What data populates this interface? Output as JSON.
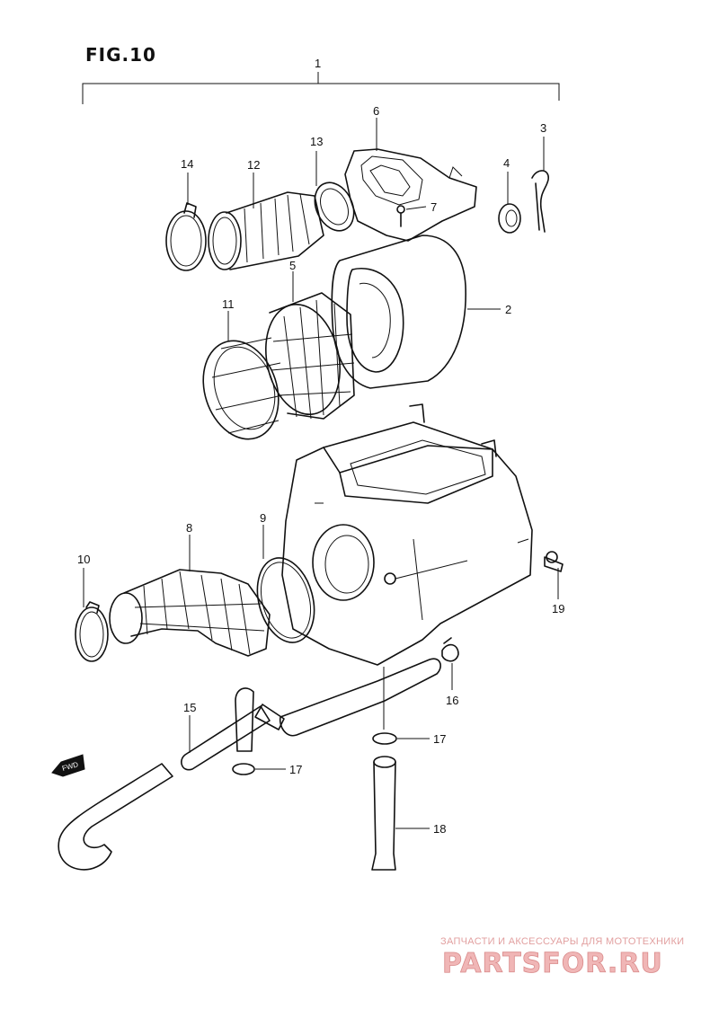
{
  "figure": {
    "title": "FIG.10"
  },
  "callouts": [
    {
      "id": "c1",
      "text": "1"
    },
    {
      "id": "c2",
      "text": "2"
    },
    {
      "id": "c3",
      "text": "3"
    },
    {
      "id": "c4",
      "text": "4"
    },
    {
      "id": "c5",
      "text": "5"
    },
    {
      "id": "c6",
      "text": "6"
    },
    {
      "id": "c7",
      "text": "7"
    },
    {
      "id": "c8",
      "text": "8"
    },
    {
      "id": "c9",
      "text": "9"
    },
    {
      "id": "c10",
      "text": "10"
    },
    {
      "id": "c11",
      "text": "11"
    },
    {
      "id": "c12",
      "text": "12"
    },
    {
      "id": "c13",
      "text": "13"
    },
    {
      "id": "c14",
      "text": "14"
    },
    {
      "id": "c15",
      "text": "15"
    },
    {
      "id": "c16",
      "text": "16"
    },
    {
      "id": "c17a",
      "text": "17"
    },
    {
      "id": "c17b",
      "text": "17"
    },
    {
      "id": "c18",
      "text": "18"
    },
    {
      "id": "c19",
      "text": "19"
    }
  ],
  "direction_badge": "FWD",
  "watermark": {
    "tagline": "ЗАПЧАСТИ И АКСЕССУАРЫ ДЛЯ МОТОТЕХНИКИ",
    "brand": "PARTSFOR.RU"
  }
}
